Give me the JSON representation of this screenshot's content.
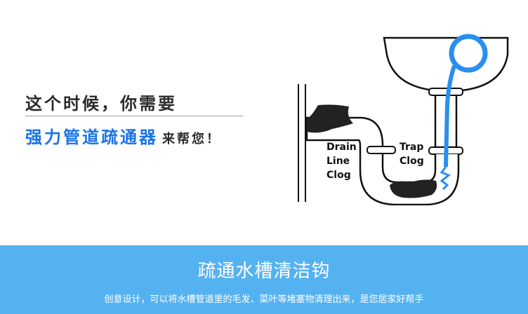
{
  "headline": "这个时候，你需要",
  "subline": {
    "highlight": "强力管道疏通器",
    "rest": "来帮您！"
  },
  "diagram": {
    "drain_label": [
      "Drain",
      "Line",
      "Clog"
    ],
    "trap_label": [
      "Trap",
      "Clog"
    ]
  },
  "banner": {
    "title": "疏通水槽清洁钩",
    "description": "创意设计，可以将水槽管道里的毛发、菜叶等堵塞物清理出来，是您居家好帮手"
  },
  "colors": {
    "accent": "#1a73e8",
    "banner": "#55b2f0",
    "tool": "#2a8ef0"
  }
}
